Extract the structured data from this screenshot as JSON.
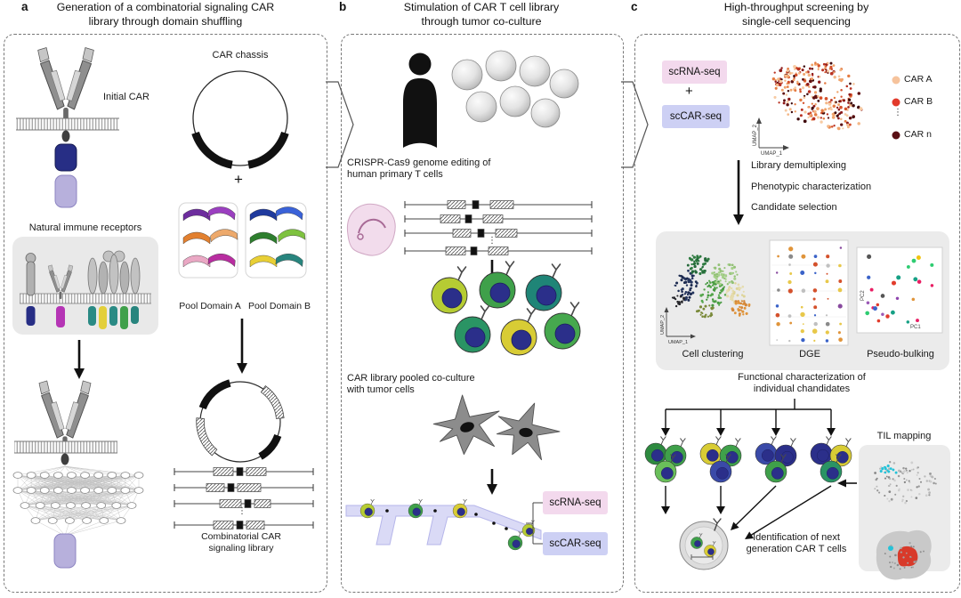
{
  "panel_a": {
    "letter": "a",
    "title": "Generation of a combinatorial signaling CAR library through domain shuffling",
    "labels": {
      "initial_car": "Initial CAR",
      "car_chassis": "CAR chassis",
      "plus": "+",
      "pool_domain_a": "Pool Domain A",
      "pool_domain_b": "Pool Domain B",
      "natural_receptors": "Natural immune receptors",
      "library": "Combinatorial CAR signaling library",
      "ellipsis": "⋮"
    }
  },
  "panel_b": {
    "letter": "b",
    "title": "Stimulation of CAR T cell library through tumor co-culture",
    "labels": {
      "crispr": "CRISPR-Cas9 genome editing of human primary T cells",
      "coculture": "CAR library pooled co-culture with tumor cells",
      "scrna_seq": "scRNA-seq",
      "sccar_seq": "scCAR-seq",
      "ellipsis": "⋮"
    },
    "colors": {
      "scrna_box": "#f3d9ed",
      "sccar_box": "#cdd0f4"
    }
  },
  "panel_c": {
    "letter": "c",
    "title": "High-throughput screening by single-cell sequencing",
    "labels": {
      "scrna_seq": "scRNA-seq",
      "plus": "+",
      "sccar_seq": "scCAR-seq",
      "step_demux": "Library demultiplexing",
      "step_phenotype": "Phenotypic characterization",
      "step_candidate": "Candidate selection",
      "plot_clustering": "Cell clustering",
      "plot_dge": "DGE",
      "plot_pseudobulk": "Pseudo-bulking",
      "functional": "Functional characterization of individual chandidates",
      "til_mapping": "TIL mapping",
      "identification": "Identification of next generation CAR T cells",
      "ellipsis": "⋮"
    },
    "legend": {
      "items": [
        {
          "label": "CAR A",
          "color": "#f6c39c"
        },
        {
          "label": "CAR B",
          "color": "#e23a2b"
        },
        {
          "label": "CAR n",
          "color": "#5a1015"
        }
      ]
    },
    "axes": {
      "umap1": "UMAP_1",
      "umap2": "UMAP_2",
      "pc1": "PC1",
      "pc2": "PC2"
    },
    "colors": {
      "scrna_box": "#f3d9ed",
      "sccar_box": "#cdd0f4"
    }
  }
}
